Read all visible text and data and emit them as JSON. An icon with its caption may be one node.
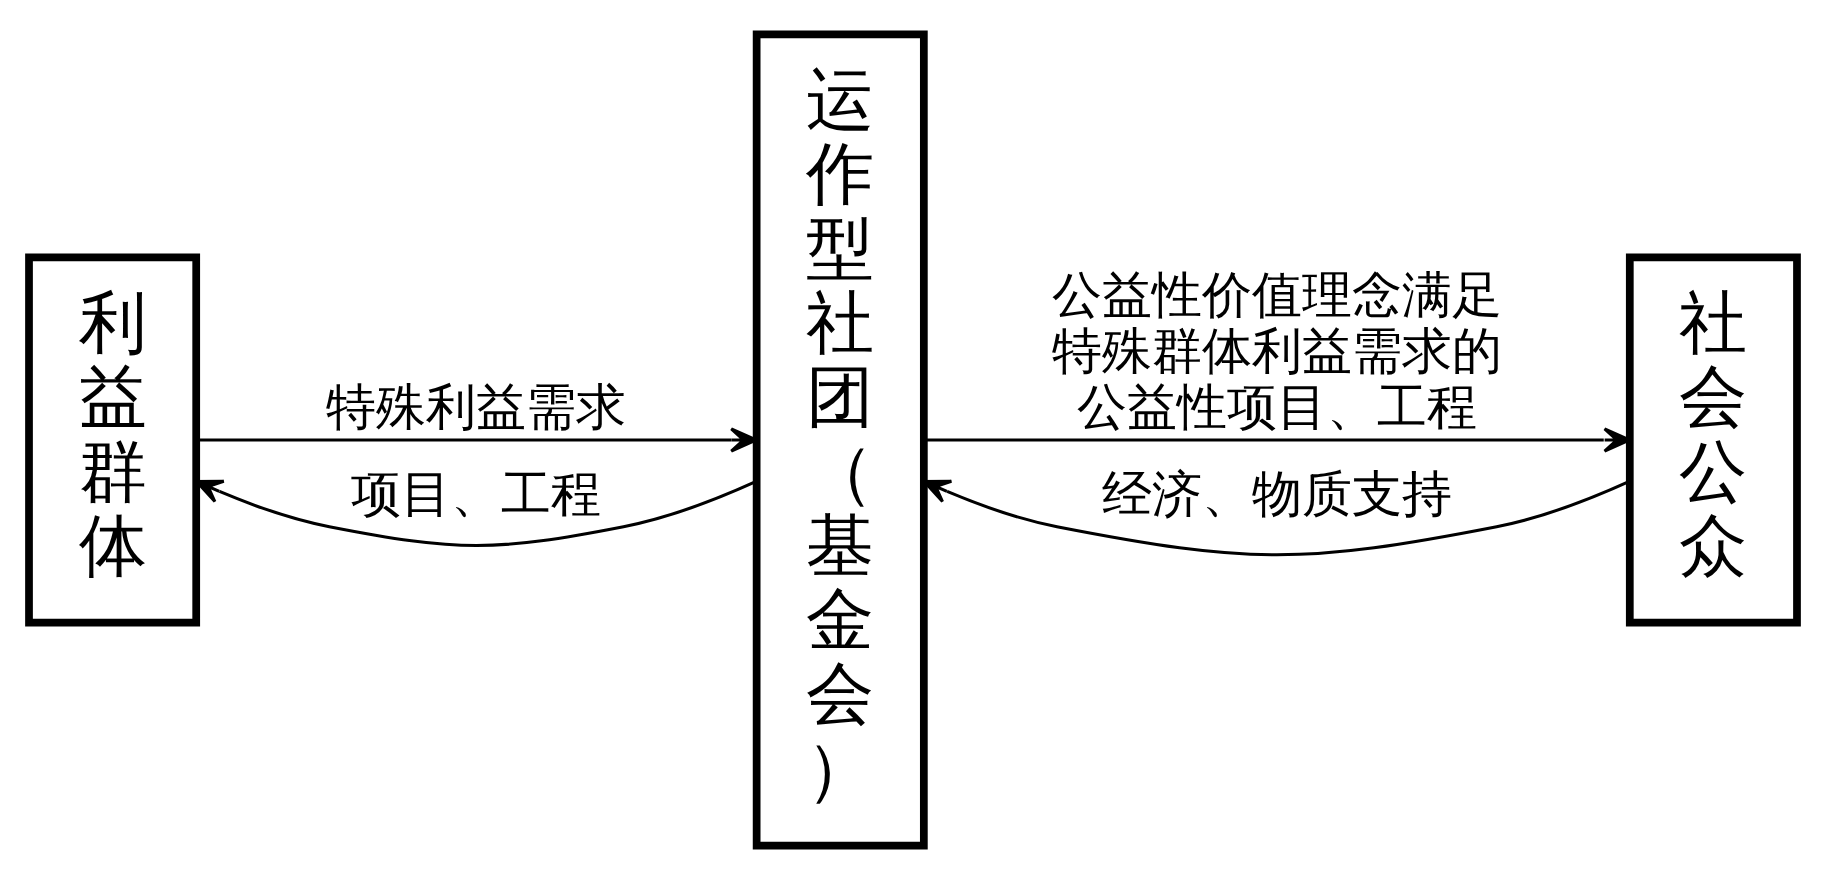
{
  "diagram": {
    "nodes": [
      {
        "text": [
          "利益群体"
        ]
      },
      {
        "text": [
          "运作型社团（基金会）"
        ]
      },
      {
        "text": [
          "社会公众"
        ]
      }
    ],
    "edges": [
      {
        "from": 0,
        "to": 1,
        "arrow": "to",
        "label": "特殊利益需求"
      },
      {
        "from": 1,
        "to": 0,
        "arrow": "to",
        "label": "项目、工程"
      },
      {
        "from": 1,
        "to": 2,
        "arrow": "to",
        "label": "公益性价值理念满足特殊群体利益需求的公益性项目、工程"
      },
      {
        "from": 2,
        "to": 1,
        "arrow": "to",
        "label": "经济、物质支持"
      }
    ]
  }
}
